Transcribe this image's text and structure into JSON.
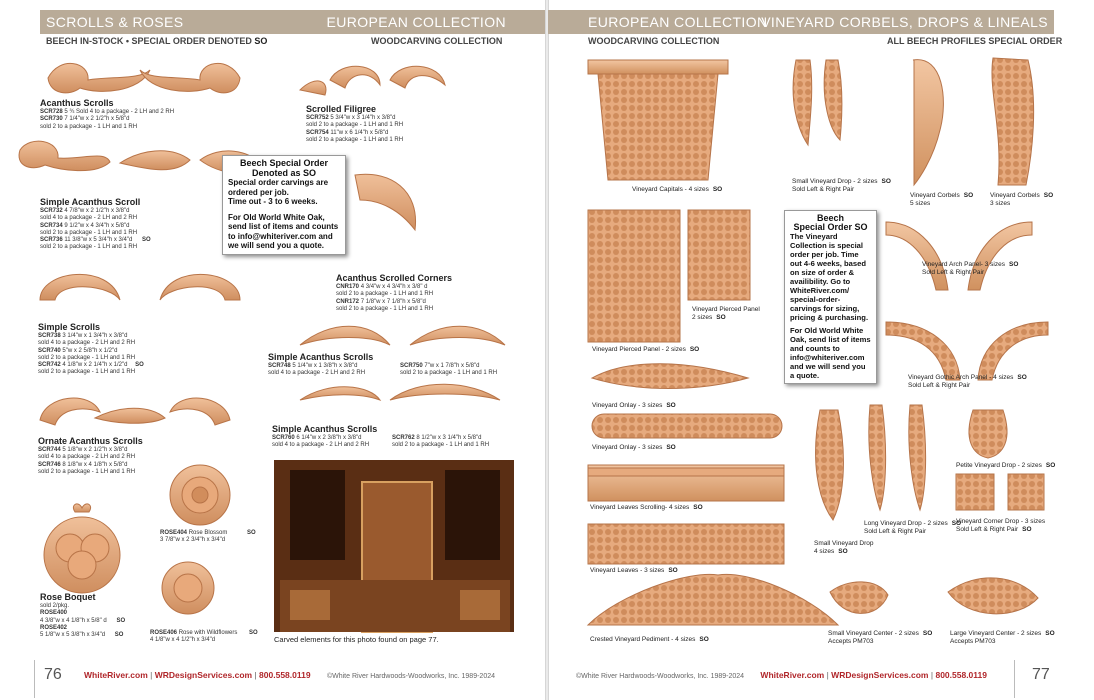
{
  "left": {
    "header_left": "SCROLLS & ROSES",
    "header_right": "EUROPEAN COLLECTION",
    "sub_left_1": "BEECH IN-STOCK • SPECIAL ORDER DENOTED",
    "sub_left_so": "SO",
    "sub_right": "WOODCARVING COLLECTION",
    "items": {
      "acanthus": {
        "title": "Acanthus Scrolls",
        "l1c": "SCR728",
        "l1": "5 ¾ Sold 4 to a package - 2 LH and 2 RH",
        "l2c": "SCR730",
        "l2": "7 1/4\"w x 2 1/2\"h x 5/8\"d",
        "l3": "sold 2 to a package - 1 LH and 1 RH"
      },
      "filigree": {
        "title": "Scrolled Filigree",
        "l1c": "SCR752",
        "l1": "5 3/4\"w x 3 1/4\"h x 3/8\"d",
        "l2": "sold 2 to a package - 1 LH and 1 RH",
        "l3c": "SCR754",
        "l3": "11\"w x 6 1/4\"h x 5/8\"d",
        "l4": "sold 2 to a package - 1 LH and 1 RH"
      },
      "simple_acanthus": {
        "title": "Simple Acanthus Scroll",
        "l1c": "SCR732",
        "l1": "4 7/8\"w x 2 1/2\"h x 3/8\"d",
        "l2": "sold 4 to a package - 2 LH and 2 RH",
        "l3c": "SCR734",
        "l3": "9 1/2\"w x 4 3/4\"h x 5/8\"d",
        "l4": "sold 2 to a package - 1 LH and 1 RH",
        "l5c": "SCR736",
        "l5": "11 3/8\"w x 5 3/4\"h x 3/4\"d",
        "l5so": "SO",
        "l6": "sold 2 to a package - 1 LH and 1 RH"
      },
      "corners": {
        "title": "Acanthus Scrolled Corners",
        "l1c": "CNR170",
        "l1": "4 3/4\"w x 4 3/4\"h x 3/8\" d",
        "l2": "sold 2 to a package - 1 LH and 1 RH",
        "l3c": "CNR172",
        "l3": "7 1/8\"w x 7 1/8\"h x 5/8\"d",
        "l4": "sold 2 to a package - 1 LH and 1 RH"
      },
      "simple_scrolls": {
        "title": "Simple Scrolls",
        "l1c": "SCR738",
        "l1": "3 1/4\"w x 1 3/4\"h x 3/8\"d",
        "l2": "sold 4 to a package - 2 LH and 2 RH",
        "l3c": "SCR740",
        "l3": "5\"w x 2 5/8\"h x 1/2\"d",
        "l4": "sold 2 to a package - 1 LH and 1 RH",
        "l5c": "SCR742",
        "l5": "4 1/8\"w x 2 1/4\"h x 1/2\"d",
        "l5so": "SO",
        "l6": "sold 2 to a package - 1 LH and 1 RH"
      },
      "simple_acanthus_2": {
        "title": "Simple Acanthus Scrolls",
        "l1c": "SCR748",
        "l1": "5 1/4\"w x 1 3/8\"h x 3/8\"d",
        "l2": "sold 4 to a package - 2 LH and 2 RH",
        "r1c": "SCR750",
        "r1": "7\"w x 1 7/8\"h x 5/8\"d",
        "r2": "sold 2 to a package - 1 LH and 1 RH"
      },
      "simple_acanthus_3": {
        "title": "Simple Acanthus Scrolls",
        "l1c": "SCR760",
        "l1": "6 1/4\"w x 2 3/8\"h x 3/8\"d",
        "l2": "sold 4 to a package - 2 LH and 2 RH",
        "r1c": "SCR762",
        "r1": "8 1/2\"w x 3 1/4\"h x 5/8\"d",
        "r2": "sold 2 to a package - 1 LH and 1 RH"
      },
      "ornate": {
        "title": "Ornate Acanthus Scrolls",
        "l1c": "SCR744",
        "l1": "5 1/8\"w x 2 1/2\"h x 3/8\"d",
        "l2": "sold 4 to a package - 2 LH and 2 RH",
        "l3c": "SCR746",
        "l3": "8 1/8\"w x 4 1/8\"h x 5/8\"d",
        "l4": "sold 2 to a package - 1 LH and 1 RH"
      },
      "blossom": {
        "l1c": "ROSE404",
        "l1": "Rose Blossom",
        "so": "SO",
        "l2": "3 7/8\"w x 2 3/4\"h x 3/4\"d"
      },
      "bouquet": {
        "title": "Rose Boquet",
        "l1": "sold 2/pkg.",
        "l2c": "ROSE400",
        "l3": "4 3/8\"w x 4 1/8\"h x 5/8\" d",
        "l3so": "SO",
        "l4c": "ROSE402",
        "l5": "5 1/8\"w x 5 3/8\"h x 3/4\"d",
        "l5so": "SO"
      },
      "wildflowers": {
        "l1c": "ROSE406",
        "l1": "Rose with Wildflowers",
        "so": "SO",
        "l2": "4 1/8\"w x 4 1/2\"h x 3/4\"d"
      },
      "photo_caption": "Carved elements for this photo found on page 77."
    },
    "note": {
      "h1": "Beech Special Order",
      "h2": "Denoted as SO",
      "b1": "Special order carvings are ordered per job.",
      "b2": "Time out - 3 to 6 weeks.",
      "b3": "For Old World White Oak, send list of items and counts to info@whiteriver.com and we will send you a quote."
    },
    "footer": {
      "page": "76",
      "site": "WhiteRiver.com",
      "sep": "|",
      "site2": "WRDesignServices.com",
      "phone": "800.558.0119",
      "copy": "©White River Hardwoods-Woodworks, Inc.  1989-2024"
    }
  },
  "right": {
    "header_left": "EUROPEAN COLLECTION",
    "header_right": "VINEYARD CORBELS, DROPS & LINEALS",
    "sub_left": "WOODCARVING COLLECTION",
    "sub_right": "ALL BEECH PROFILES SPECIAL ORDER",
    "captions": {
      "capitals": "Vineyard Capitals - 4 sizes",
      "small_drop": "Small Vineyard Drop - 2 sizes",
      "small_drop_b": "Sold Left & Right Pair",
      "corbels1": "Vineyard Corbels",
      "corbels1_b": "5 sizes",
      "corbels2": "Vineyard Corbels",
      "corbels2_b": "3 sizes",
      "pierced_panel": "Vineyard Pierced Panel",
      "pierced_panel_b": "2 sizes",
      "pierced_panel2": "Vineyard Pierced Panel - 2 sizes",
      "arch": "Vineyard Arch Panel- 3 sizes",
      "arch_b": "Sold Left & Right Pair",
      "gothic": "Vineyard Gothic Arch Panel - 4 sizes",
      "gothic_b": "Sold Left & Right Pair",
      "onlay1": "Vineyard Onlay - 3 sizes",
      "onlay2": "Vineyard Onlay - 3 sizes",
      "scrolling": "Vineyard Leaves Scrolling- 4 sizes",
      "leaves": "Vineyard Leaves - 3 sizes",
      "small_drop2": "Small Vineyard Drop",
      "small_drop2_b": "4 sizes",
      "long_drop": "Long Vineyard Drop - 2 sizes",
      "long_drop_b": "Sold Left & Right Pair",
      "petite": "Petite Vineyard Drop - 2 sizes",
      "corner": "Vineyard Corner Drop - 3 sizes",
      "corner_b": "Sold Left & Right Pair",
      "pediment": "Crested Vineyard Pediment - 4 sizes",
      "small_center": "Small Vineyard Center - 2 sizes",
      "small_center_b": "Accepts PM703",
      "large_center": "Large Vineyard Center - 2 sizes",
      "large_center_b": "Accepts PM703",
      "so": "SO"
    },
    "note": {
      "h1": "Beech",
      "h2": "Special Order",
      "h2so": "SO",
      "b1": "The Vineyard Collection is special order per job. Time out 4-6 weeks, based on size of order & availibility. Go to WhiteRiver.com/ special-order-carvings for sizing, pricing & purchasing.",
      "b2": "For Old World White Oak, send list of items and counts to info@whiteriver.com and we will send you a quote."
    },
    "footer": {
      "page": "77",
      "site": "WhiteRiver.com",
      "sep": "|",
      "site2": "WRDesignServices.com",
      "phone": "800.558.0119",
      "copy": "©White River Hardwoods-Woodworks, Inc.  1989-2024"
    }
  },
  "colors": {
    "band": "#b9ab98",
    "wood": "#e3a57a",
    "wood_dark": "#c07a4c",
    "red": "#b0262a"
  }
}
